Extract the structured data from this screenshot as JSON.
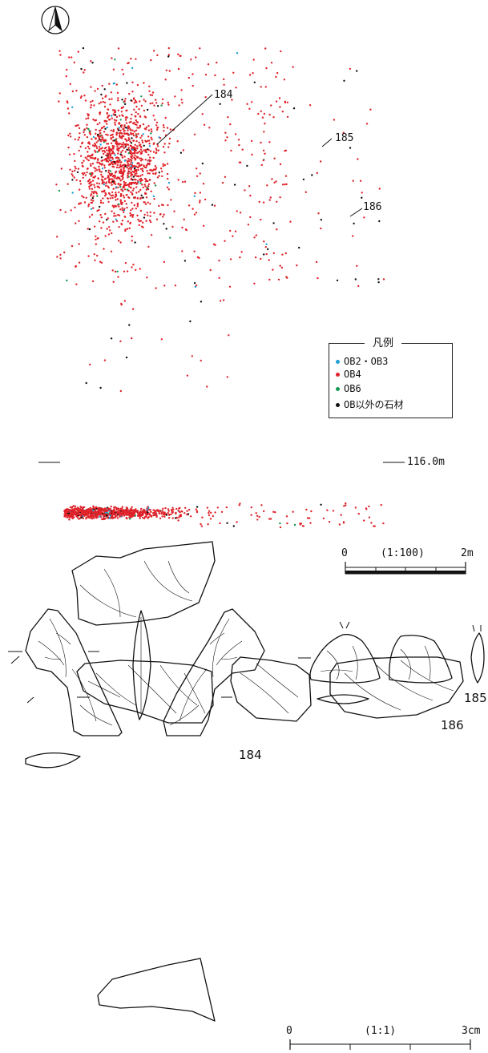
{
  "legend": {
    "title": "凡例",
    "items": [
      {
        "label": "OB2・OB3",
        "color": "#1e9fd6"
      },
      {
        "label": "OB4",
        "color": "#e0232a"
      },
      {
        "label": "OB6",
        "color": "#169a52"
      },
      {
        "label": "OB以外の石材",
        "color": "#111111"
      }
    ]
  },
  "plan": {
    "labels": {
      "a": "184",
      "b": "185",
      "c": "186"
    },
    "elevation": "116.0m"
  },
  "scale_map": {
    "zero": "0",
    "ratio": "(1:100)",
    "end": "2m"
  },
  "artifacts": {
    "a": "184",
    "b": "185",
    "c": "186"
  },
  "scale_artifact": {
    "zero": "0",
    "ratio": "(1:1)",
    "end": "3cm"
  },
  "icons": {
    "north": "north-arrow-icon"
  }
}
